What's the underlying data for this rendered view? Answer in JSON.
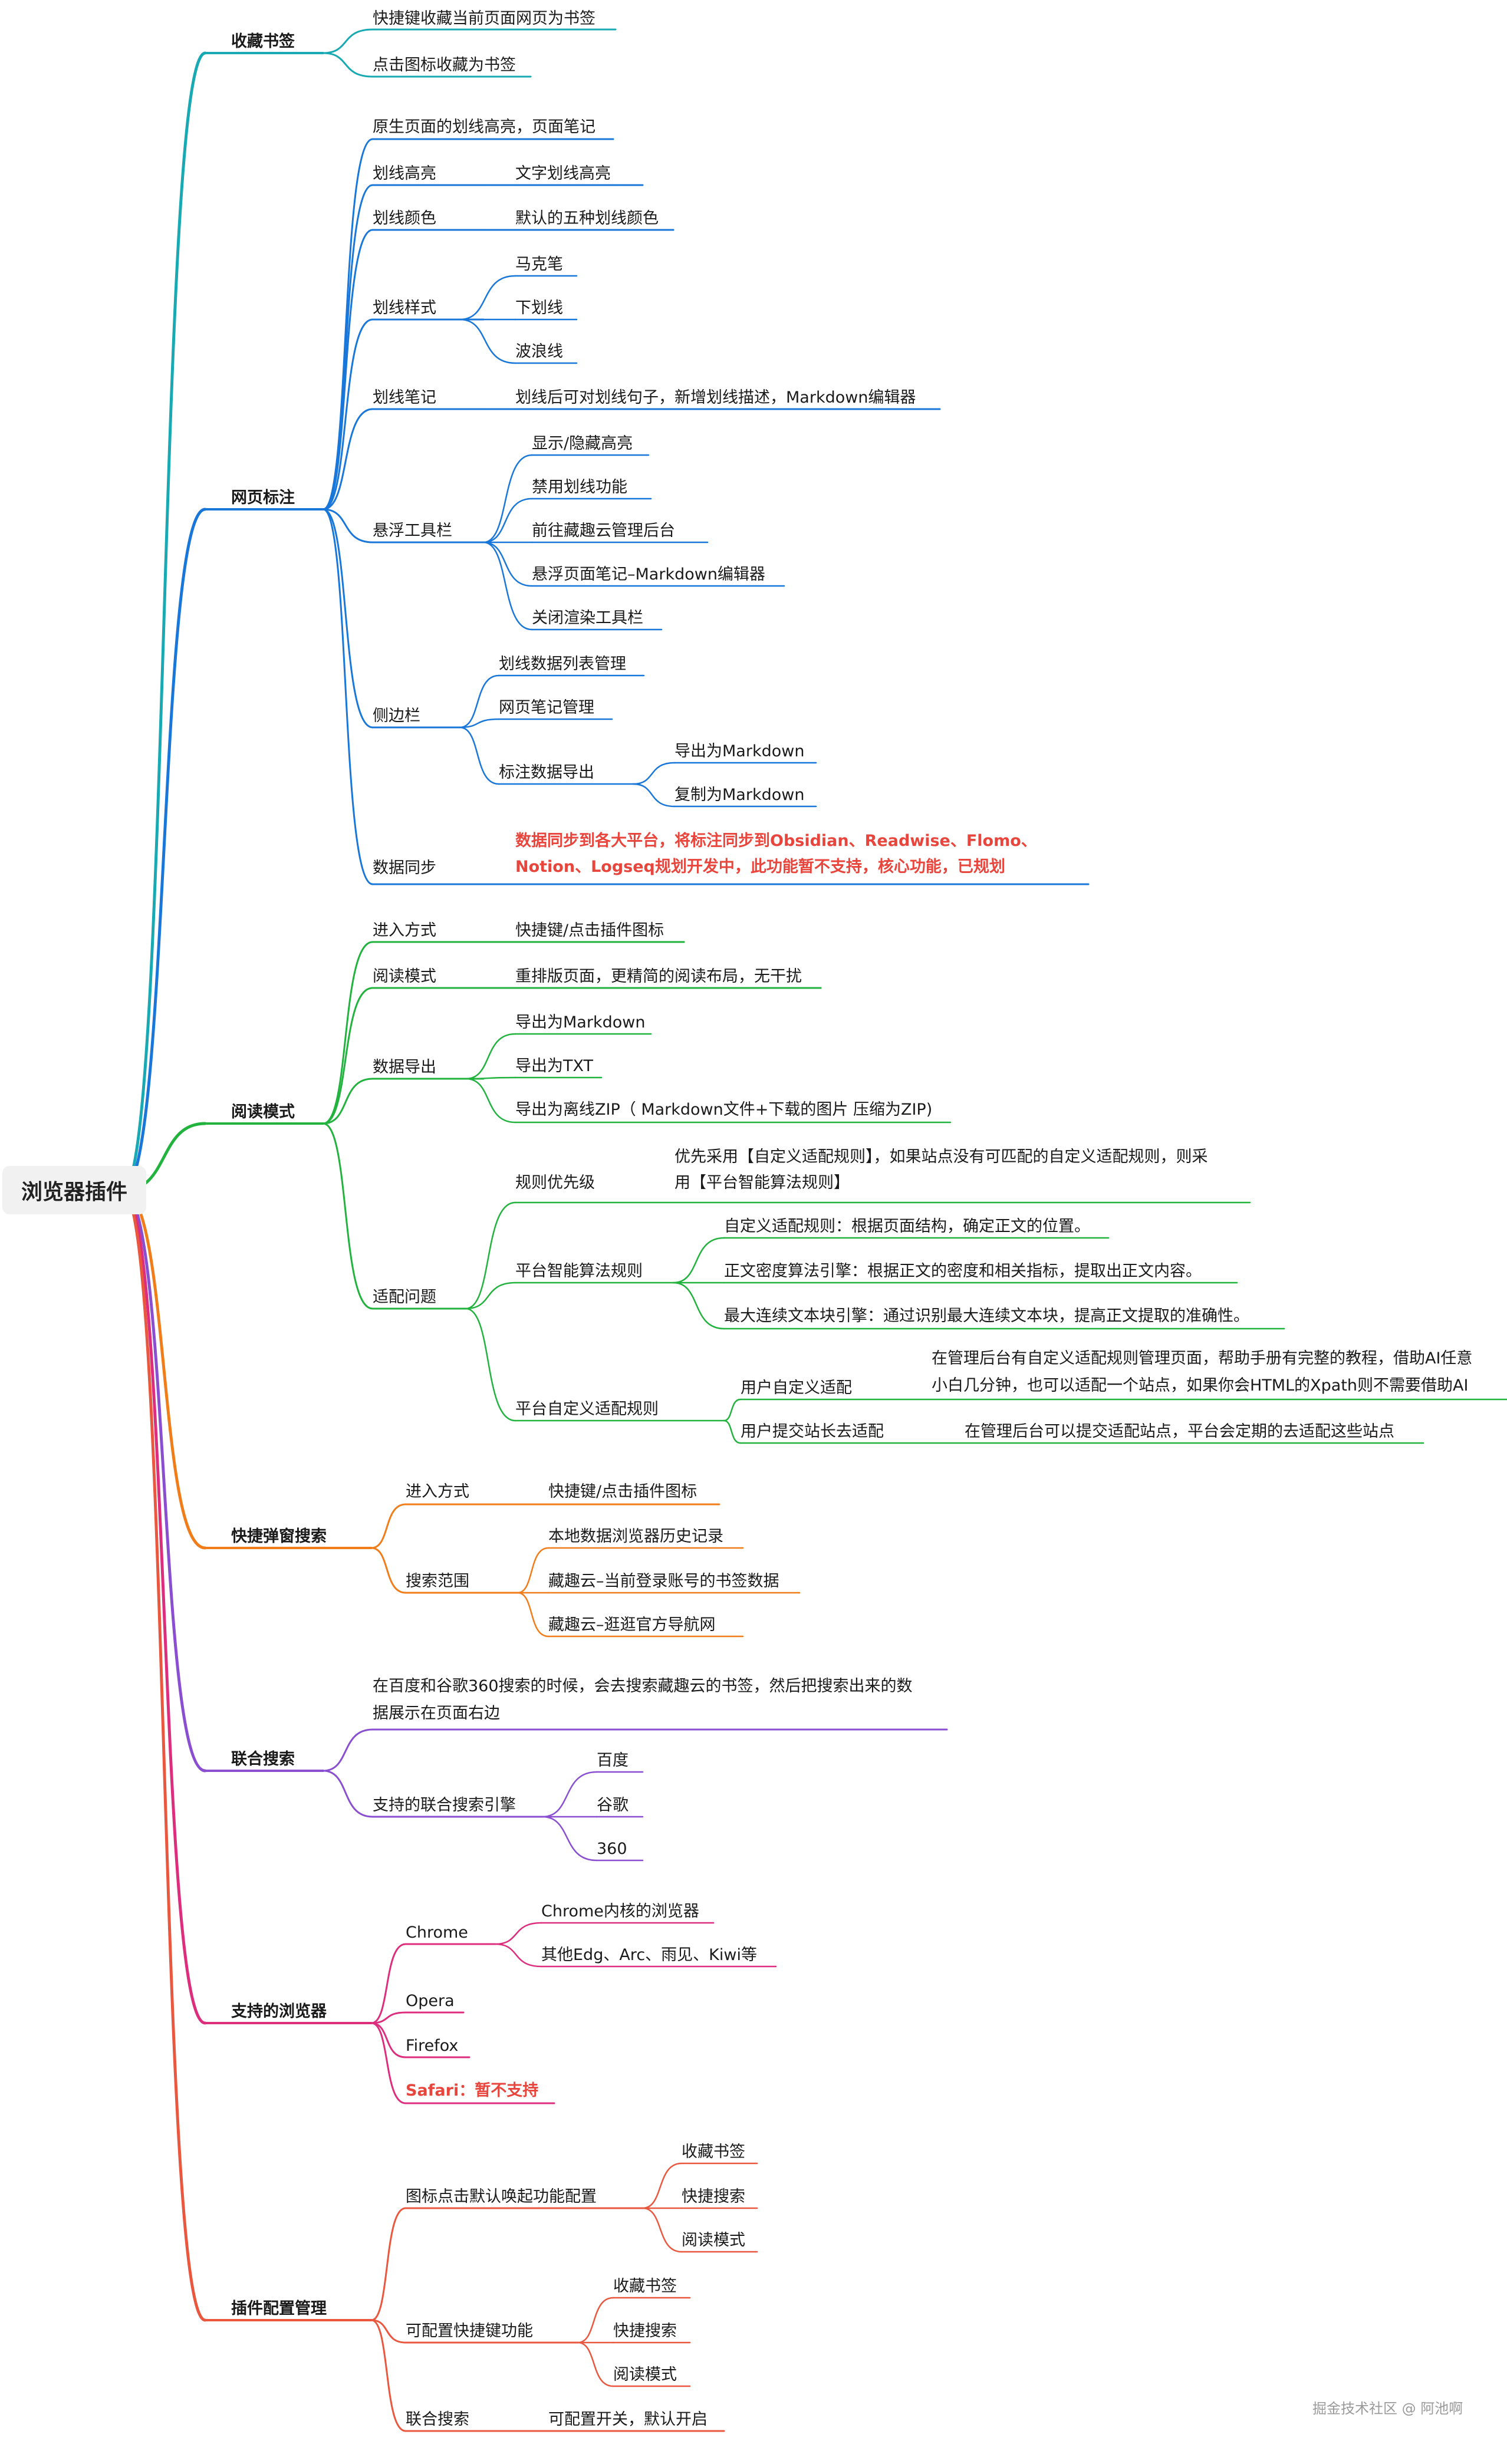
{
  "root": "浏览器插件",
  "watermark": "掘金技术社区 @ 阿池啊",
  "colors": {
    "bookmark": "#19a9b2",
    "annotate": "#1877d9",
    "reader": "#22b23e",
    "search": "#f07d1a",
    "federated": "#8a4fd0",
    "browsers": "#dd2e7e",
    "config": "#e9573f",
    "highlight": "#e8453c"
  },
  "bookmark": {
    "label": "收藏书签",
    "items": [
      "快捷键收藏当前页面网页为书签",
      "点击图标收藏为书签"
    ]
  },
  "annotate": {
    "label": "网页标注",
    "native": "原生页面的划线高亮，页面笔记",
    "highlight_label": "划线高亮",
    "highlight_value": "文字划线高亮",
    "color_label": "划线颜色",
    "color_value": "默认的五种划线颜色",
    "style_label": "划线样式",
    "styles": [
      "马克笔",
      "下划线",
      "波浪线"
    ],
    "note_label": "划线笔记",
    "note_value": "划线后可对划线句子，新增划线描述，Markdown编辑器",
    "toolbar_label": "悬浮工具栏",
    "toolbar_items": [
      "显示/隐藏高亮",
      "禁用划线功能",
      "前往藏趣云管理后台",
      "悬浮页面笔记–Markdown编辑器",
      "关闭渲染工具栏"
    ],
    "sidebar_label": "侧边栏",
    "sidebar_items": [
      "划线数据列表管理",
      "网页笔记管理"
    ],
    "export_label": "标注数据导出",
    "export_items": [
      "导出为Markdown",
      "复制为Markdown"
    ],
    "sync_label": "数据同步",
    "sync_lines": [
      "数据同步到各大平台，将标注同步到Obsidian、Readwise、Flomo、",
      "Notion、Logseq规划开发中，此功能暂不支持，核心功能，已规划"
    ]
  },
  "reader": {
    "label": "阅读模式",
    "entry_label": "进入方式",
    "entry_value": "快捷键/点击插件图标",
    "mode_label": "阅读模式",
    "mode_value": "重排版页面，更精简的阅读布局，无干扰",
    "export_label": "数据导出",
    "exports": [
      "导出为Markdown",
      "导出为TXT",
      "导出为离线ZIP（ Markdown文件+下载的图片 压缩为ZIP)"
    ],
    "adapt_label": "适配问题",
    "priority_label": "规则优先级",
    "priority_lines": [
      "优先采用【自定义适配规则】，如果站点没有可匹配的自定义适配规则，则采",
      "用【平台智能算法规则】"
    ],
    "algo_label": "平台智能算法规则",
    "algo_items": [
      "自定义适配规则：根据页面结构，确定正文的位置。",
      "正文密度算法引擎：根据正文的密度和相关指标，提取出正文内容。",
      "最大连续文本块引擎：通过识别最大连续文本块，提高正文提取的准确性。"
    ],
    "custom_label": "平台自定义适配规则",
    "user_label": "用户自定义适配",
    "user_lines": [
      "在管理后台有自定义适配规则管理页面，帮助手册有完整的教程，借助AI任意",
      "小白几分钟，也可以适配一个站点，如果你会HTML的Xpath则不需要借助AI"
    ],
    "submit_label": "用户提交站长去适配",
    "submit_value": "在管理后台可以提交适配站点，平台会定期的去适配这些站点"
  },
  "search": {
    "label": "快捷弹窗搜索",
    "entry_label": "进入方式",
    "entry_value": "快捷键/点击插件图标",
    "scope_label": "搜索范围",
    "scope_items": [
      "本地数据浏览器历史记录",
      "藏趣云–当前登录账号的书签数据",
      "藏趣云–逛逛官方导航网"
    ]
  },
  "federated": {
    "label": "联合搜索",
    "desc_lines": [
      "在百度和谷歌360搜索的时候，会去搜索藏趣云的书签，然后把搜索出来的数",
      "据展示在页面右边"
    ],
    "engines_label": "支持的联合搜索引擎",
    "engines": [
      "百度",
      "谷歌",
      "360"
    ]
  },
  "browsers": {
    "label": "支持的浏览器",
    "chrome_label": "Chrome",
    "chrome_items": [
      "Chrome内核的浏览器",
      "其他Edg、Arc、雨见、Kiwi等"
    ],
    "opera": "Opera",
    "firefox": "Firefox",
    "safari": "Safari：暂不支持"
  },
  "config": {
    "label": "插件配置管理",
    "icon_label": "图标点击默认唤起功能配置",
    "icon_items": [
      "收藏书签",
      "快捷搜索",
      "阅读模式"
    ],
    "shortcut_label": "可配置快捷键功能",
    "shortcut_items": [
      "收藏书签",
      "快捷搜索",
      "阅读模式"
    ],
    "fed_label": "联合搜索",
    "fed_value": "可配置开关，默认开启"
  }
}
